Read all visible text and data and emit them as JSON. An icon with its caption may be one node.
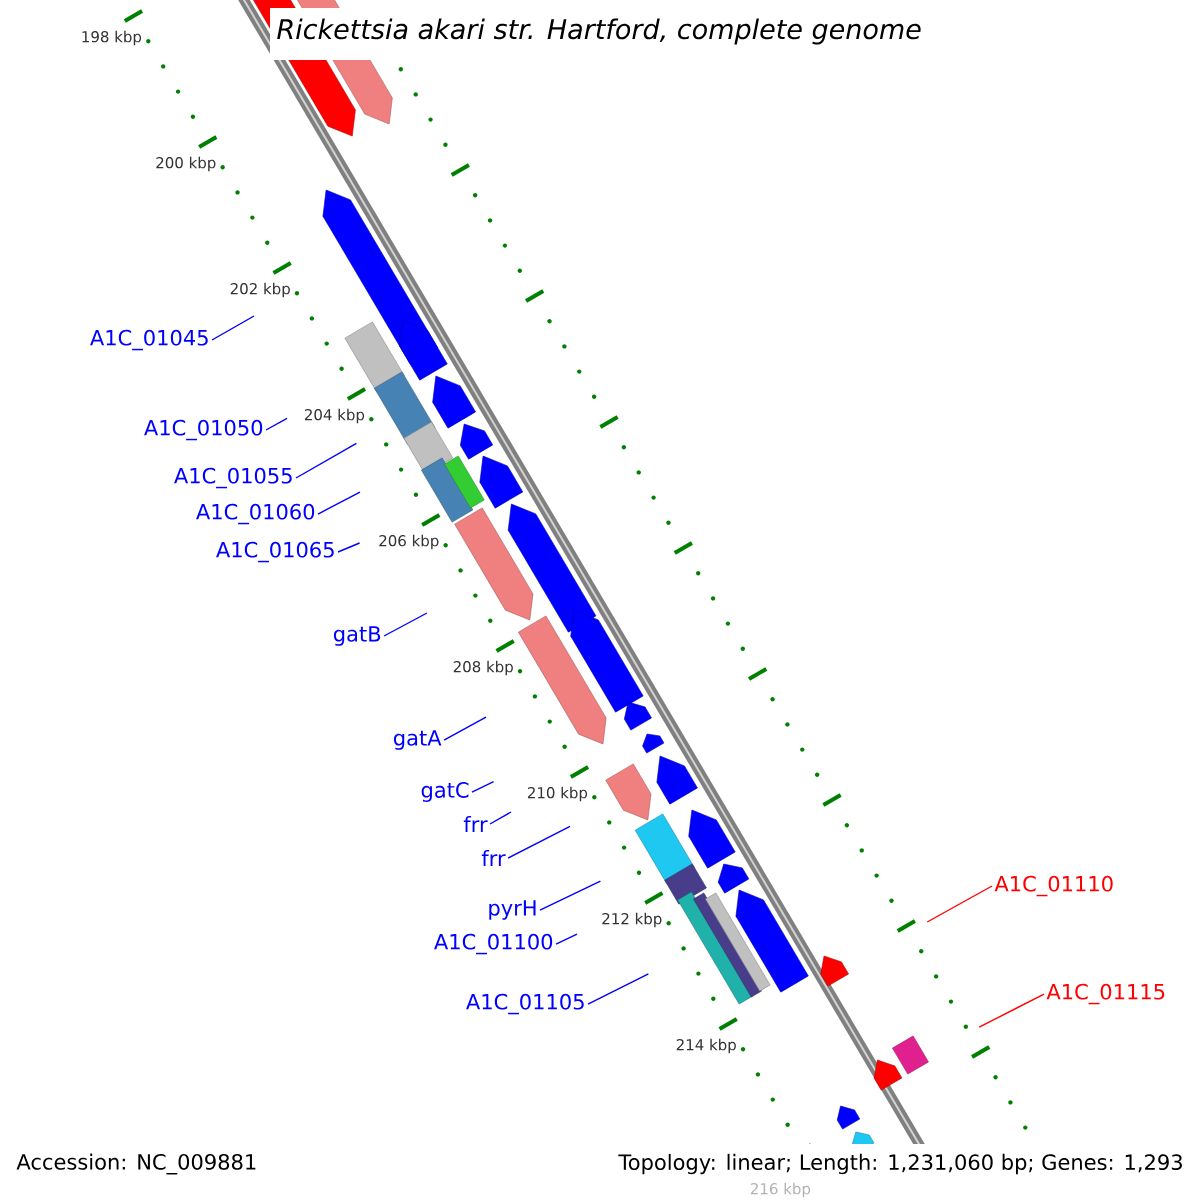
{
  "diagram": {
    "title": "Rickettsia akari str. Hartford, complete genome",
    "nodes": [
      {
        "text": [
          "A1C_01045"
        ]
      },
      {
        "text": [
          "A1C_01050"
        ]
      },
      {
        "text": [
          "A1C_01055"
        ]
      },
      {
        "text": [
          "A1C_01060"
        ]
      },
      {
        "text": [
          "A1C_01065"
        ]
      },
      {
        "text": [
          "gatB"
        ]
      },
      {
        "text": [
          "gatA"
        ]
      },
      {
        "text": [
          "gatC"
        ]
      },
      {
        "text": [
          "frr"
        ]
      },
      {
        "text": [
          "frr"
        ]
      },
      {
        "text": [
          "pyrH"
        ]
      },
      {
        "text": [
          "A1C_01100"
        ]
      },
      {
        "text": [
          "A1C_01105"
        ]
      },
      {
        "text": [
          "A1C_01110"
        ]
      },
      {
        "text": [
          "A1C_01115"
        ]
      }
    ],
    "edges": [
      {
        "from": 0,
        "to": null,
        "arrow": "none"
      },
      {
        "from": 1,
        "to": null,
        "arrow": "none"
      },
      {
        "from": 2,
        "to": null,
        "arrow": "none"
      },
      {
        "from": 3,
        "to": null,
        "arrow": "none"
      },
      {
        "from": 4,
        "to": null,
        "arrow": "none"
      },
      {
        "from": 5,
        "to": null,
        "arrow": "none"
      },
      {
        "from": 6,
        "to": null,
        "arrow": "none"
      },
      {
        "from": 7,
        "to": null,
        "arrow": "none"
      },
      {
        "from": 8,
        "to": null,
        "arrow": "none"
      },
      {
        "from": 9,
        "to": null,
        "arrow": "none"
      },
      {
        "from": 10,
        "to": null,
        "arrow": "none"
      },
      {
        "from": 11,
        "to": null,
        "arrow": "none"
      },
      {
        "from": 12,
        "to": null,
        "arrow": "none"
      },
      {
        "from": 13,
        "to": null,
        "arrow": "none",
        "color": "#ff0000"
      },
      {
        "from": 14,
        "to": null,
        "arrow": "none",
        "color": "#ff0000"
      }
    ],
    "labels": [
      "198 kbp",
      "200 kbp",
      "202 kbp",
      "204 kbp",
      "206 kbp",
      "208 kbp",
      "210 kbp",
      "212 kbp",
      "214 kbp",
      "216 kbp",
      "Accession: NC_009881",
      "Topology: linear; Length: 1,231,060 bp; Genes: 1,293"
    ]
  }
}
